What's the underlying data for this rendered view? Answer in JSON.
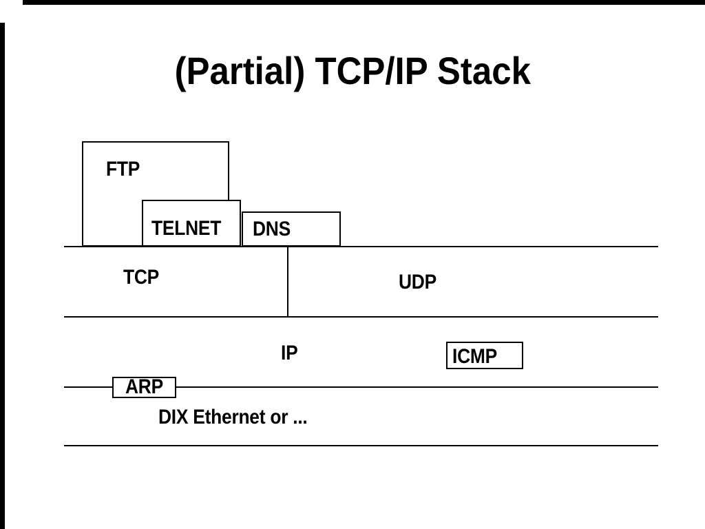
{
  "slide": {
    "title": "(Partial) TCP/IP Stack"
  },
  "diagram": {
    "app_layer": {
      "ftp": "FTP",
      "telnet": "TELNET",
      "dns": "DNS"
    },
    "transport_layer": {
      "tcp": "TCP",
      "udp": "UDP"
    },
    "network_layer": {
      "ip": "IP",
      "icmp": "ICMP",
      "arp": "ARP"
    },
    "link_layer": {
      "ethernet": "DIX Ethernet or ..."
    }
  },
  "colors": {
    "background": "#ffffff",
    "line": "#000000",
    "text": "#000000",
    "frame": "#000000"
  }
}
